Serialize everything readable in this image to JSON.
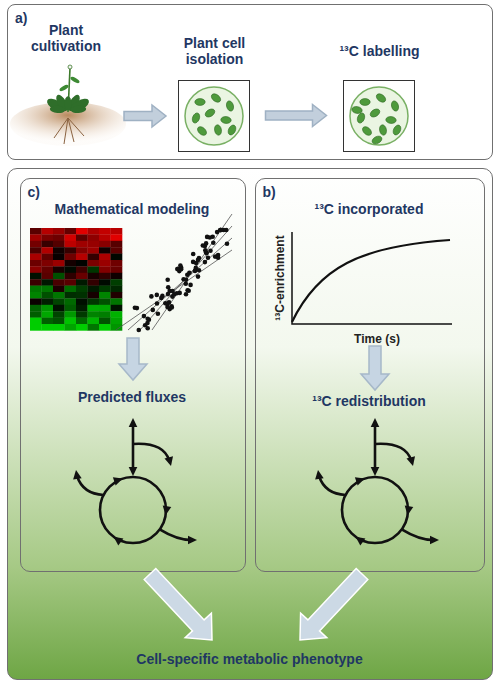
{
  "diagram": {
    "nodes": [
      {
        "text": [
          "a)"
        ]
      },
      {
        "text": [
          "Plant cell isolation"
        ],
        "in": 0
      },
      {
        "text": [
          "¹³C labelling"
        ],
        "in": 0
      },
      {
        "text": [
          "Cell-specific metabolic phenotype"
        ]
      },
      {
        "text": [
          "c)",
          "Mathematical modeling",
          "Predicted fluxes"
        ],
        "in": 3
      },
      {
        "text": [
          "b)",
          "¹³C incorporated",
          "¹³C redistribution"
        ],
        "in": 3
      }
    ],
    "edges": [
      {
        "from": 1,
        "to": 2,
        "arrow": "to"
      }
    ],
    "labels": [
      "Plant cultivation",
      "¹³C-enrichment",
      "Time (s)"
    ]
  }
}
